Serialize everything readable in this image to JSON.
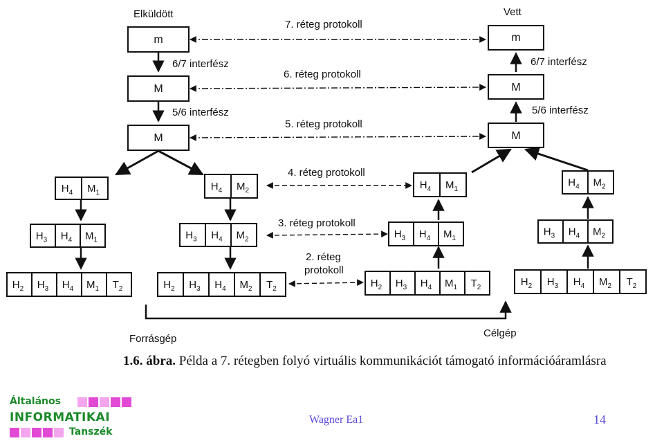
{
  "diagram": {
    "sender_label": "Elküldött",
    "receiver_label": "Vett",
    "source_label": "Forrásgép",
    "target_label": "Célgép",
    "protocols": {
      "p7": "7. réteg protokoll",
      "p6": "6. réteg protokoll",
      "p5": "5. réteg protokoll",
      "p4": "4. réteg protokoll",
      "p3": "3. réteg protokoll",
      "p2_line1": "2. réteg",
      "p2_line2": "protokoll"
    },
    "interfaces": {
      "i67": "6/7 interfész",
      "i56": "5/6 interfész"
    },
    "cells": {
      "m": "m",
      "M": "M",
      "H4": "H",
      "H3": "H",
      "H2": "H",
      "M1": "M",
      "M2": "M",
      "T2": "T",
      "sub4": "4",
      "sub3": "3",
      "sub2": "2",
      "sub1": "1"
    }
  },
  "caption": {
    "label": "1.6. ábra.",
    "text": "Példa a 7. rétegben folyó virtuális kommunikációt támogató információáramlásra"
  },
  "footer": {
    "author": "Wagner Ea1",
    "page": "14",
    "logo_line1": "Általános",
    "logo_line2": "INFORMATIKAI",
    "logo_line3": "Tanszék"
  },
  "colors": {
    "logo_green": "#1b8a2a",
    "logo_pink": "#e24ad6",
    "logo_pink_light": "#f3a6ee",
    "footer_text": "#5a4bd6"
  }
}
